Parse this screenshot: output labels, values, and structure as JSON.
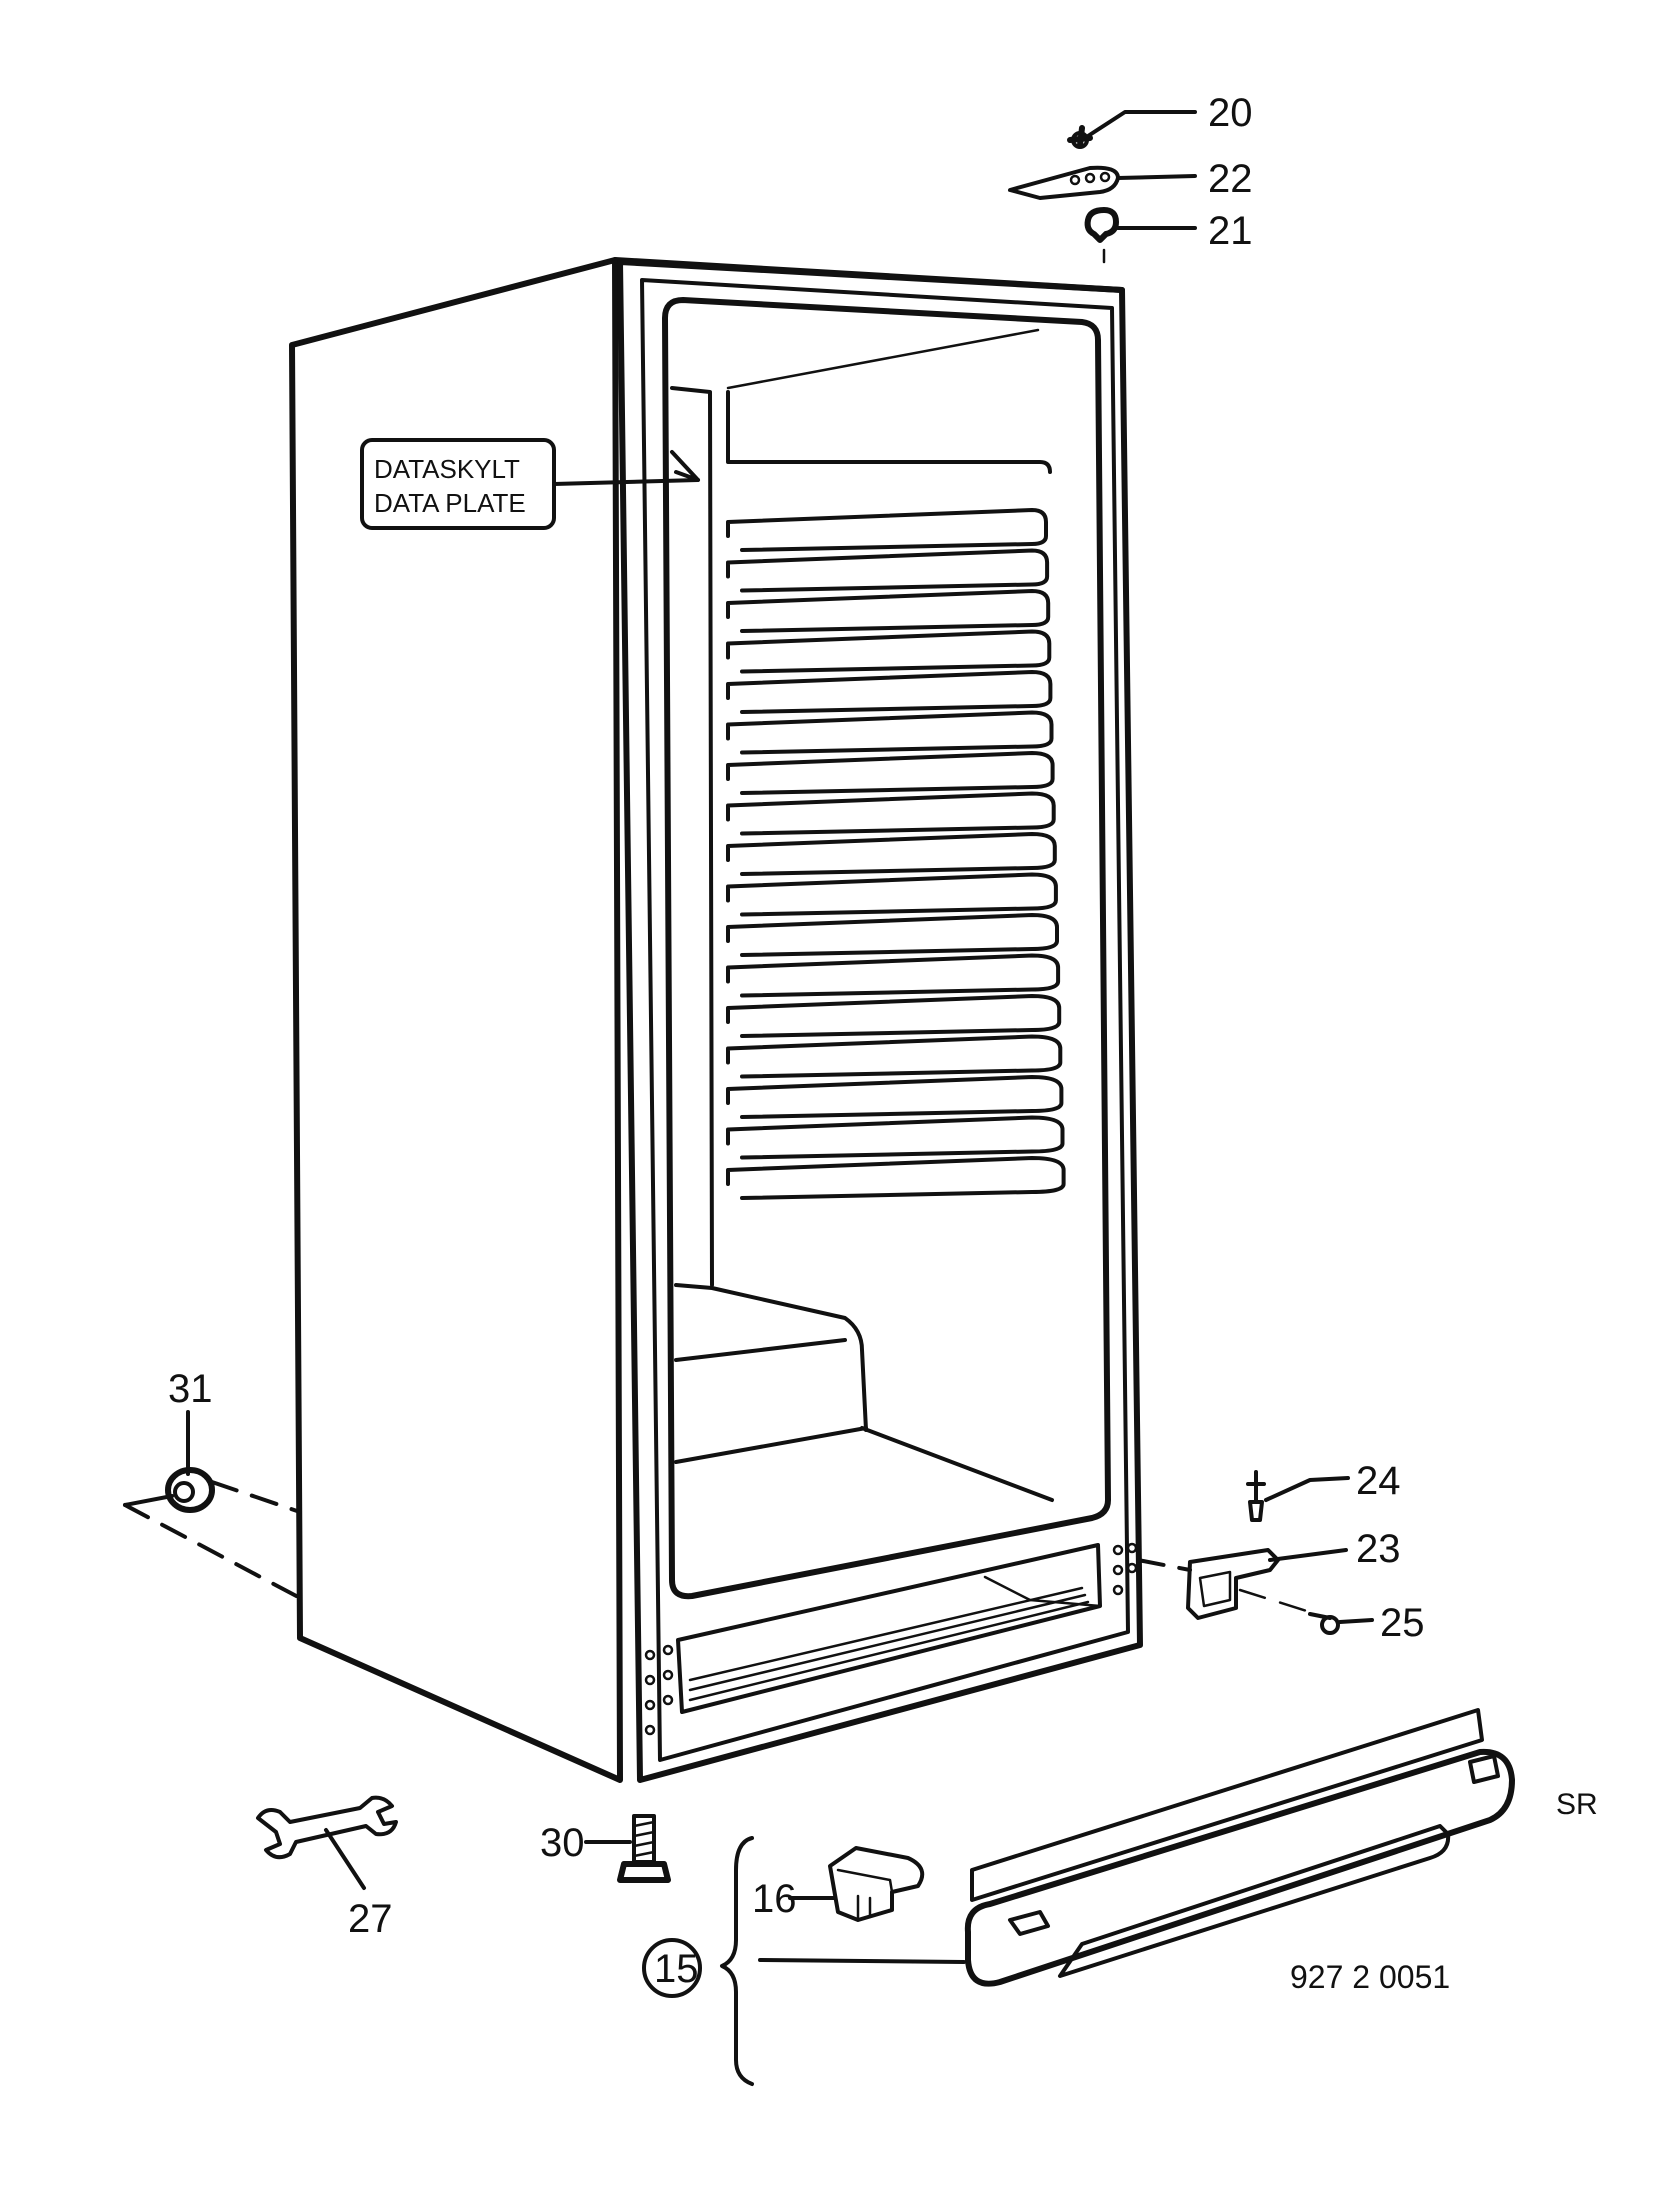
{
  "labels": {
    "data_plate_line1": "DATASKYLT",
    "data_plate_line2": "DATA PLATE",
    "p20": "20",
    "p22": "22",
    "p21": "21",
    "p24": "24",
    "p23": "23",
    "p25": "25",
    "p31": "31",
    "p27": "27",
    "p30": "30",
    "p16": "16",
    "p15": "15",
    "sr": "SR",
    "drawing_number": "927 2 0051"
  }
}
